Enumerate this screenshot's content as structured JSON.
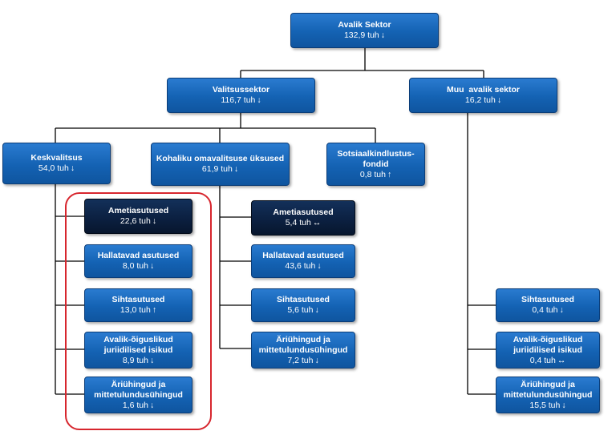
{
  "nodes": {
    "root": {
      "name": "Avalik Sektor",
      "value": "132,9 tuh",
      "arrow": "↓"
    },
    "valitsus": {
      "name": "Valitsussektor",
      "value": "116,7 tuh",
      "arrow": "↓"
    },
    "muu": {
      "name": "Muu  avalik sektor",
      "value": "16,2 tuh",
      "arrow": "↓"
    },
    "kesk": {
      "name": "Keskvalitsus",
      "value": "54,0 tuh",
      "arrow": "↓"
    },
    "kov": {
      "name": "Kohaliku omavalitsuse üksused",
      "value": "61,9 tuh",
      "arrow": "↓"
    },
    "sots": {
      "name": "Sotsiaalkindlustus-fondid",
      "value": "0,8 tuh",
      "arrow": "↑"
    },
    "kv_amet": {
      "name": "Ametiasutused",
      "value": "22,6 tuh",
      "arrow": "↓"
    },
    "kv_hall": {
      "name": "Hallatavad asutused",
      "value": "8,0 tuh",
      "arrow": "↓"
    },
    "kv_siht": {
      "name": "Sihtasutused",
      "value": "13,0 tuh",
      "arrow": "↑"
    },
    "kv_avalik": {
      "name": "Avalik-õiguslikud juriidilised isikud",
      "value": "8,9 tuh",
      "arrow": "↓"
    },
    "kv_ari": {
      "name": "Äriühingud ja mittetulundusühingud",
      "value": "1,6 tuh",
      "arrow": "↓"
    },
    "kov_amet": {
      "name": "Ametiasutused",
      "value": "5,4 tuh",
      "arrow": "↔"
    },
    "kov_hall": {
      "name": "Hallatavad asutused",
      "value": "43,6 tuh",
      "arrow": "↓"
    },
    "kov_siht": {
      "name": "Sihtasutused",
      "value": "5,6 tuh",
      "arrow": "↓"
    },
    "kov_ari": {
      "name": "Äriühingud ja mittetulundusühingud",
      "value": "7,2 tuh",
      "arrow": "↓"
    },
    "muu_siht": {
      "name": "Sihtasutused",
      "value": "0,4 tuh",
      "arrow": "↓"
    },
    "muu_avalik": {
      "name": "Avalik-õiguslikud juriidilised isikud",
      "value": "0,4 tuh",
      "arrow": "↔"
    },
    "muu_ari": {
      "name": "Äriühingud ja mittetulundusühingud",
      "value": "15,5 tuh",
      "arrow": "↓"
    }
  },
  "colors": {
    "node_fill": "#1462b3",
    "node_dark_fill": "#0b1f3f",
    "highlight_outline": "#d7262e",
    "connector": "#000000"
  }
}
